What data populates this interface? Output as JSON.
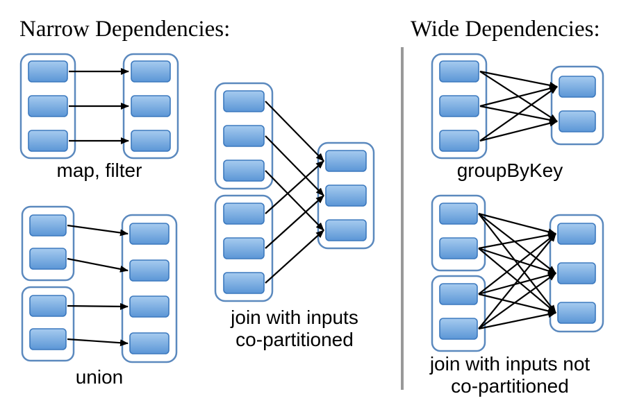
{
  "titles": {
    "narrow": "Narrow Dependencies:",
    "wide": "Wide Dependencies:"
  },
  "diagrams": {
    "map_filter": {
      "label": "map, filter",
      "input_partitions": [
        3
      ],
      "output_partitions": 3,
      "mapping": "one-to-one"
    },
    "union": {
      "label": "union",
      "input_partitions": [
        2,
        2
      ],
      "output_partitions": 4,
      "mapping": "one-to-one"
    },
    "join_copartitioned": {
      "label_line1": "join with inputs",
      "label_line2": "co-partitioned",
      "input_partitions": [
        3,
        3
      ],
      "output_partitions": 3,
      "mapping": "aligned-pairs"
    },
    "groupbykey": {
      "label": "groupByKey",
      "input_partitions": [
        3
      ],
      "output_partitions": 2,
      "mapping": "all-to-all"
    },
    "join_not_copartitioned": {
      "label_line1": "join with inputs not",
      "label_line2": "co-partitioned",
      "input_partitions": [
        2,
        2
      ],
      "output_partitions": 3,
      "mapping": "all-to-all"
    }
  },
  "colors": {
    "background": "#ffffff",
    "text": "#000000",
    "arrow": "#000000",
    "divider": "#999999",
    "container_stroke": "#5b89be",
    "box_stroke": "#3c79be",
    "box_fill_top": "#a6cbef",
    "box_fill_bottom": "#5b96d6"
  }
}
